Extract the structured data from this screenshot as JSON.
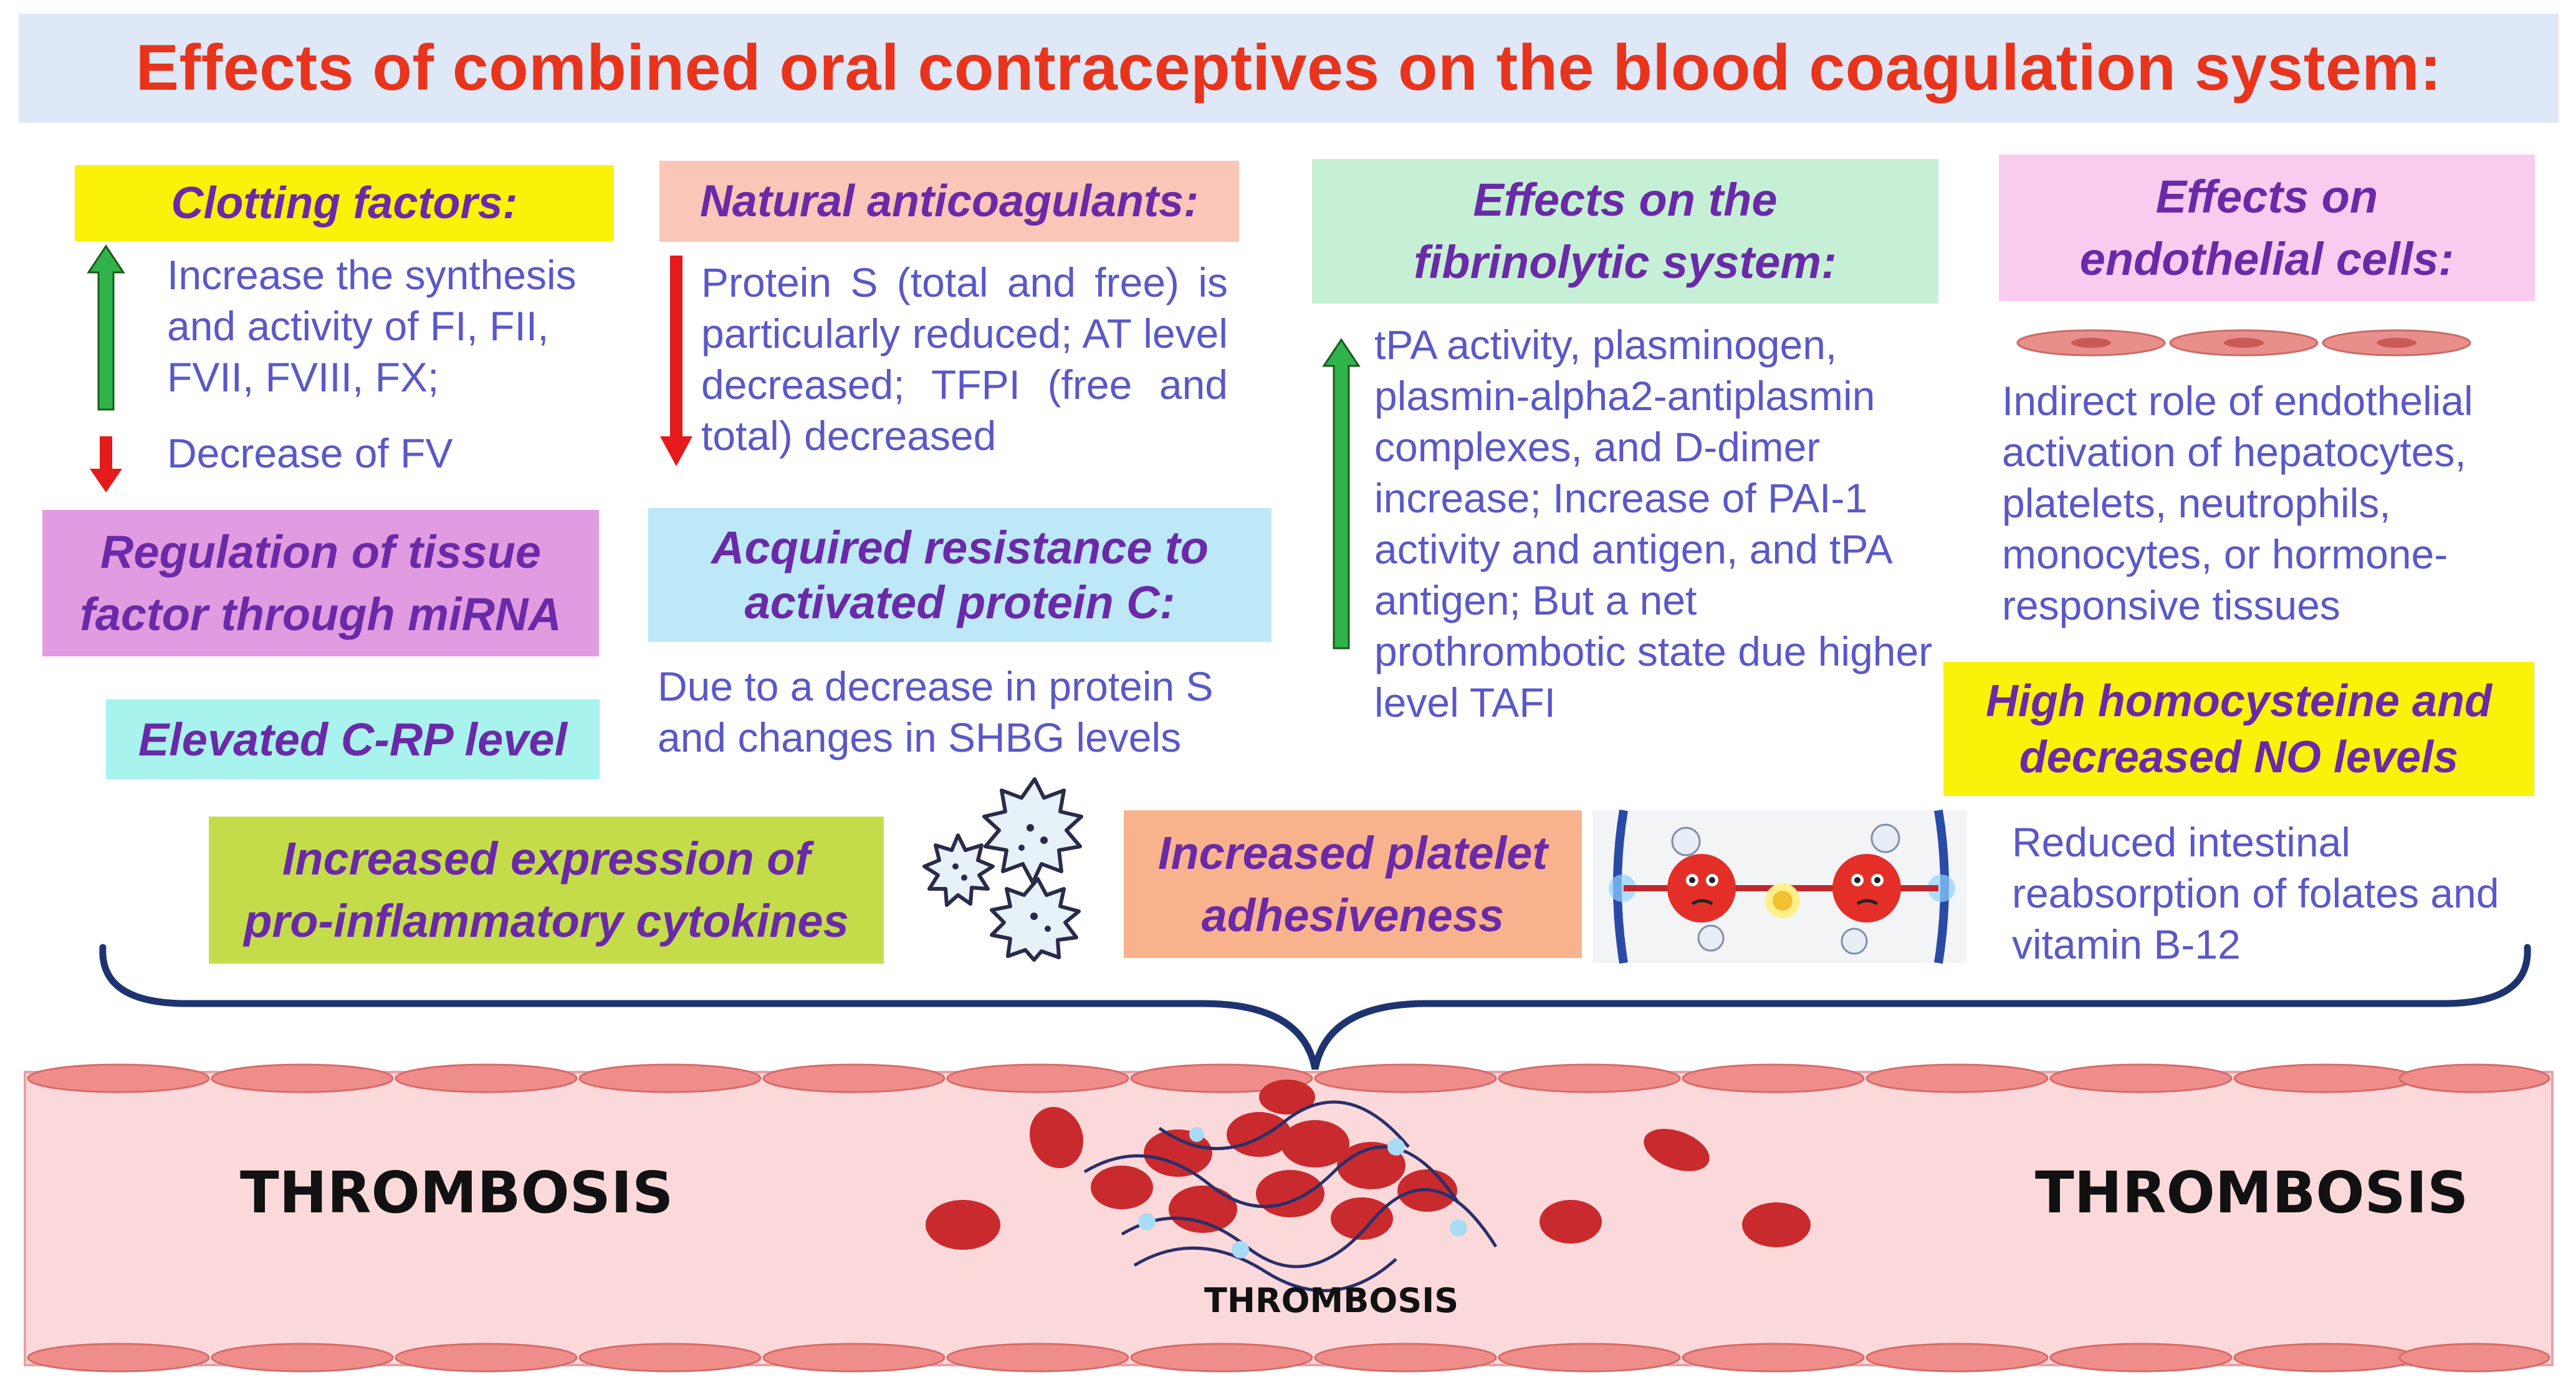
{
  "title": "Effects of combined oral contraceptives on the blood coagulation system:",
  "colors": {
    "title": "#e8341d",
    "heading_text": "#6a2aa8",
    "body_text": "#5a58c8",
    "up_arrow": "#2fb34a",
    "down_arrow": "#e51a1a",
    "brace": "#1d3470",
    "vessel": "#fbd9da"
  },
  "clotting": {
    "heading": "Clotting factors:",
    "increase": "Increase the synthesis and activity of FI, FII, FVII, FVIII,  FX;",
    "decrease": "Decrease of FV"
  },
  "anticoag": {
    "heading": "Natural anticoagulants:",
    "body": "Protein S (total and free) is particularly reduced; AT level decreased; TFPI (free and total) decreased"
  },
  "fibrinolytic": {
    "heading_l1": "Effects on the",
    "heading_l2": "fibrinolytic system:",
    "body": "tPA activity, plasminogen, plasmin-alpha2-antiplasmin complexes, and D-dimer increase; Increase of PAI-1 activity and antigen, and tPA antigen; But a net prothrombotic state due higher level TAFI"
  },
  "endothelial": {
    "heading_l1": "Effects on",
    "heading_l2": "endothelial cells:",
    "body": "Indirect role of endothelial activation of hepatocytes, platelets, neutrophils, monocytes, or hormone-responsive tissues"
  },
  "tissue_factor": {
    "l1": "Regulation of tissue",
    "l2": "factor through miRNA"
  },
  "apc": {
    "l1": "Acquired resistance to",
    "l2": "activated protein C:",
    "body": "Due to a decrease in protein S and changes in SHBG levels"
  },
  "crp": "Elevated C-RP level",
  "homocysteine": {
    "l1": "High homocysteine and",
    "l2": "decreased NO levels",
    "body": "Reduced intestinal reabsorption of folates and vitamin B-12"
  },
  "cytokines": {
    "l1": "Increased expression of",
    "l2": "pro-inflammatory cytokines"
  },
  "platelet": {
    "l1": "Increased platelet",
    "l2": "adhesiveness"
  },
  "thrombosis": {
    "left": "THROMBOSIS",
    "right": "THROMBOSIS",
    "center": "THROMBOSIS"
  }
}
